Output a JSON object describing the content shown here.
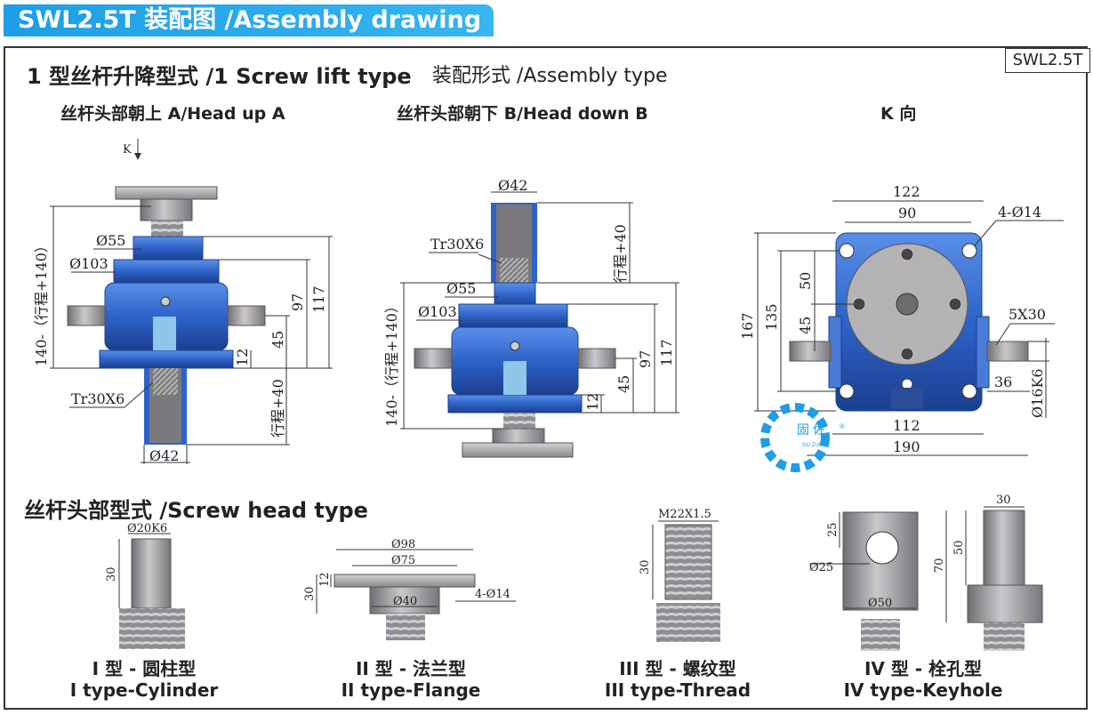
{
  "header": {
    "title": "SWL2.5T 装配图 /Assembly drawing"
  },
  "model_box": "SWL2.5T",
  "section1": {
    "title": "1 型丝杆升降型式 /1 Screw lift type",
    "subtitle": "装配形式 /Assembly type"
  },
  "views": {
    "head_up": {
      "title": "丝杆头部朝上 A/Head up A",
      "k_arrow": "K",
      "dims": {
        "d55": "Ø55",
        "d103": "Ø103",
        "d42": "Ø42",
        "h140": "140-（行程+140）",
        "h117": "117",
        "h97": "97",
        "h45": "45",
        "h12": "12",
        "stroke": "行程+40",
        "thread": "Tr30X6"
      }
    },
    "head_down": {
      "title": "丝杆头部朝下 B/Head down B",
      "dims": {
        "d42": "Ø42",
        "d55": "Ø55",
        "d103": "Ø103",
        "h140": "140-（行程+140）",
        "h117": "117",
        "h97": "97",
        "h45": "45",
        "h12": "12",
        "stroke": "行程+40",
        "thread": "Tr30X6"
      }
    },
    "k_view": {
      "title": "K 向",
      "dims": {
        "w122": "122",
        "w90": "90",
        "holes": "4-Ø14",
        "h167": "167",
        "h135": "135",
        "h50": "50",
        "h45": "45",
        "key": "5X30",
        "w112": "112",
        "w190": "190",
        "w36": "36",
        "shaft": "Ø16K6"
      }
    }
  },
  "logo": {
    "text": "固 佐",
    "sub": "GU ZUO",
    "reg": "®"
  },
  "section2": {
    "title": "丝杆头部型式 /Screw head type"
  },
  "head_types": [
    {
      "cn": "I 型 - 圆柱型",
      "en": "I type-Cylinder",
      "dims": {
        "d": "Ø20K6",
        "h": "30"
      }
    },
    {
      "cn": "II 型 - 法兰型",
      "en": "II type-Flange",
      "dims": {
        "d98": "Ø98",
        "d75": "Ø75",
        "d40": "Ø40",
        "h30": "30",
        "h12": "12",
        "holes": "4-Ø14"
      }
    },
    {
      "cn": "III 型 - 螺纹型",
      "en": "III type-Thread",
      "dims": {
        "thread": "M22X1.5",
        "h": "30"
      }
    },
    {
      "cn": "IV 型 - 栓孔型",
      "en": "IV type-Keyhole",
      "dims": {
        "d25": "Ø25",
        "h25": "25",
        "d50": "Ø50",
        "w30": "30",
        "h50": "50",
        "h70": "70"
      }
    }
  ],
  "colors": {
    "accent": "#1d9ee6",
    "body_blue": "#2d63c8",
    "metal": "#a0a0a4"
  }
}
